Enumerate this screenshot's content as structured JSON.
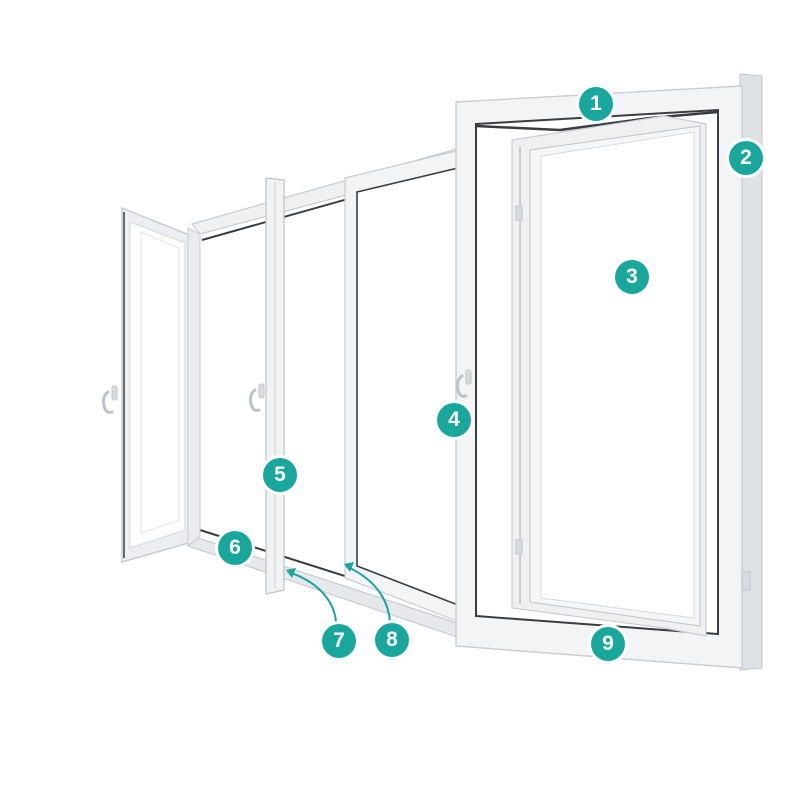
{
  "colors": {
    "accent": "#1aa79b",
    "frame_light": "#f4f5f7",
    "frame_mid": "#e1e3e6",
    "frame_dark": "#c9ccd0",
    "gasket": "#3a3d40",
    "glass": "#ffffff"
  },
  "callouts": [
    {
      "id": "1",
      "label": "1"
    },
    {
      "id": "2",
      "label": "2"
    },
    {
      "id": "3",
      "label": "3"
    },
    {
      "id": "4",
      "label": "4"
    },
    {
      "id": "5",
      "label": "5"
    },
    {
      "id": "6",
      "label": "6"
    },
    {
      "id": "7",
      "label": "7"
    },
    {
      "id": "8",
      "label": "8"
    },
    {
      "id": "9",
      "label": "9"
    }
  ]
}
